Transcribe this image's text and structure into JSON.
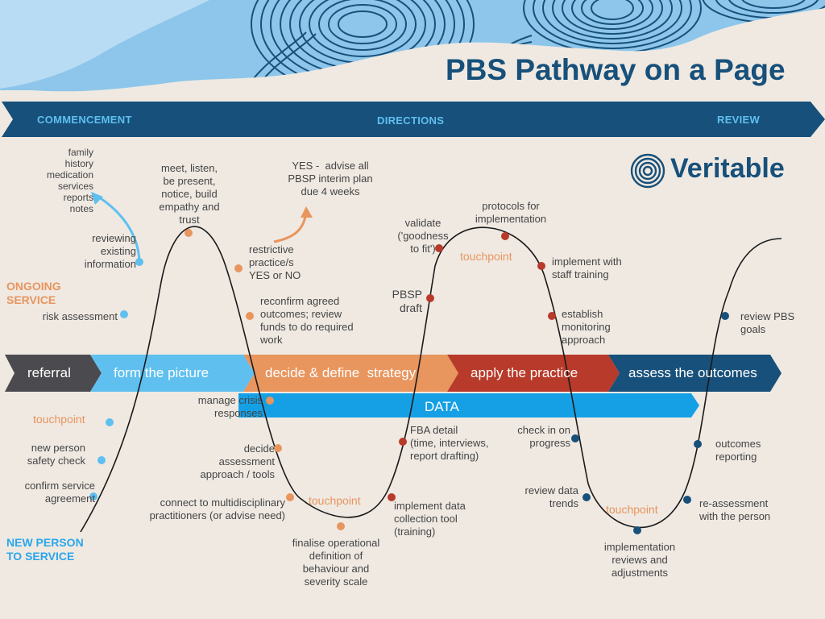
{
  "title": "PBS Pathway on a Page",
  "brand": {
    "name": "Veritable",
    "color": "#17507a"
  },
  "colors": {
    "navy": "#17507a",
    "light_blue": "#5fc0f0",
    "orange": "#e8955e",
    "red": "#b83a2a",
    "dark_gray": "#4b4a4f",
    "background": "#efe9e2"
  },
  "header_band": [
    "COMMENCEMENT",
    "DIRECTIONS",
    "REVIEW"
  ],
  "side_labels": {
    "ongoing": "ONGOING SERVICE",
    "new_person": "NEW PERSON TO SERVICE"
  },
  "phases": [
    "referral",
    "form the picture",
    "decide & define  strategy",
    "apply the practice",
    "assess the outcomes"
  ],
  "data_bar": "DATA",
  "touchpoint": "touchpoint",
  "labels": {
    "family": "family\nhistory\nmedication\nservices\nreports\nnotes",
    "reviewing": "reviewing\nexisting\ninformation",
    "meet": "meet, listen,\nbe present,\nnotice, build\nempathy and\ntrust",
    "yes": "YES -  advise all\nPBSP interim plan\ndue 4 weeks",
    "restrictive": "restrictive\npractice/s\nYES or NO",
    "risk": "risk assessment",
    "reconfirm": "reconfirm agreed\noutcomes; review\nfunds to do required\nwork",
    "validate": "validate\n('goodness\nto fit')",
    "protocols": "protocols for\nimplementation",
    "implement_staff": "implement with\nstaff training",
    "pbsp": "PBSP\ndraft",
    "monitoring": "establish\nmonitoring\napproach",
    "review_goals": "review PBS\ngoals",
    "crisis": "manage crisis\nresponses",
    "new_person_check": "new person\nsafety check",
    "confirm": "confirm service\nagreement",
    "decide": "decide\nassessment\napproach / tools",
    "connect": "connect to multidisciplinary\npractitioners (or advise need)",
    "fba": "FBA detail\n(time, interviews,\nreport drafting)",
    "finalise": "finalise operational\ndefinition of\nbehaviour and\nseverity scale",
    "implement_data": "implement data\ncollection tool\n(training)",
    "check": "check in on\nprogress",
    "review_data": "review data\ntrends",
    "implementation_reviews": "implementation\nreviews and\nadjustments",
    "outcomes": "outcomes\nreporting",
    "reassessment": "re-assessment\nwith the person"
  }
}
